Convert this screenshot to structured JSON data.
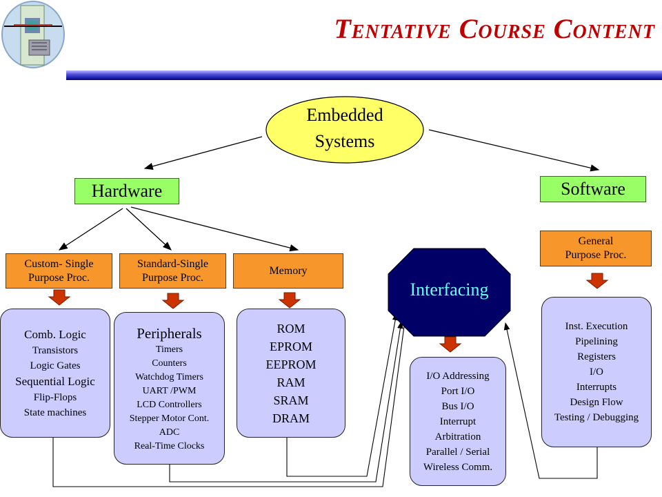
{
  "title": "Tentative Course Content",
  "root": {
    "line1": "Embedded",
    "line2": "Systems"
  },
  "hardware": "Hardware",
  "software": "Software",
  "interfacing": "Interfacing",
  "custom_proc": {
    "line1": "Custom- Single",
    "line2": "Purpose Proc."
  },
  "standard_proc": {
    "line1": "Standard-Single",
    "line2": "Purpose Proc."
  },
  "memory": "Memory",
  "general_proc": {
    "line1": "General",
    "line2": "Purpose Proc."
  },
  "comb_logic": {
    "heading1": "Comb. Logic",
    "items1": [
      "Transistors",
      "Logic Gates"
    ],
    "heading2": "Sequential Logic",
    "items2": [
      "Flip-Flops",
      "State machines"
    ]
  },
  "peripherals": {
    "heading": "Peripherals",
    "items": [
      "Timers",
      "Counters",
      "Watchdog Timers",
      "UART /PWM",
      "LCD Controllers",
      "Stepper Motor Cont.",
      "ADC",
      "Real-Time Clocks"
    ]
  },
  "memory_types": {
    "items": [
      "ROM",
      "EPROM",
      "EEPROM",
      "RAM",
      "SRAM",
      "DRAM"
    ]
  },
  "interfacing_topics": {
    "items": [
      "I/O Addressing",
      "Port I/O",
      "Bus I/O",
      "Interrupt",
      "Arbitration",
      "Parallel / Serial",
      "Wireless Comm."
    ]
  },
  "software_topics": {
    "items": [
      "Inst. Execution",
      "Pipelining",
      "Registers",
      "I/O",
      "Interrupts",
      "Design Flow",
      "Testing / Debugging"
    ]
  },
  "colors": {
    "title": "#c00000",
    "ellipse": "#ffff66",
    "green": "#99ff66",
    "orange": "#f7962a",
    "lavender": "#ccccff",
    "octagon": "#000066",
    "arrow": "#cc3300"
  }
}
